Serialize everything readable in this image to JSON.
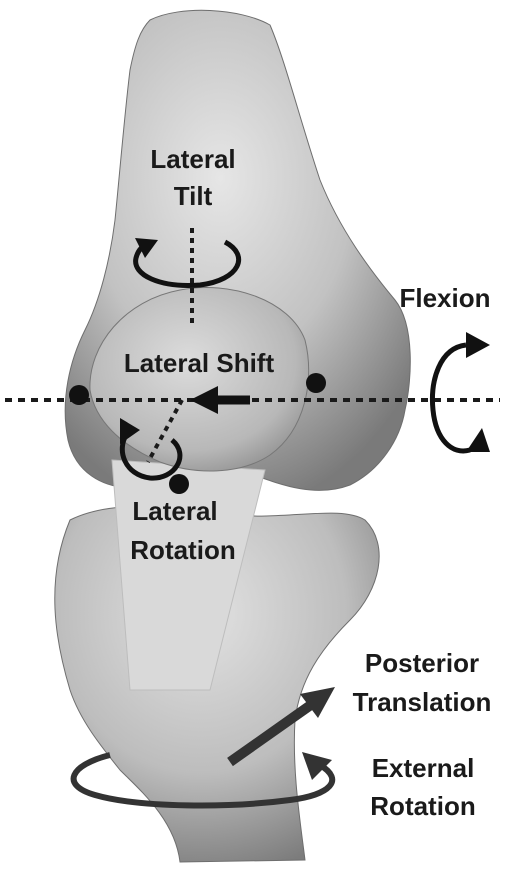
{
  "labels": {
    "lateral_tilt": [
      "Lateral",
      "Tilt"
    ],
    "flexion": "Flexion",
    "lateral_shift": "Lateral Shift",
    "lateral_rotation": [
      "Lateral",
      "Rotation"
    ],
    "posterior_translation": [
      "Posterior",
      "Translation"
    ],
    "external_rotation": [
      "External",
      "Rotation"
    ]
  },
  "colors": {
    "bone_light": "#e8e8e8",
    "bone_mid": "#b4b4b4",
    "bone_dark": "#6e6e6e",
    "tendon": "#d9d9d9",
    "ink": "#1a1a1a",
    "arrow_gray": "#333333"
  }
}
